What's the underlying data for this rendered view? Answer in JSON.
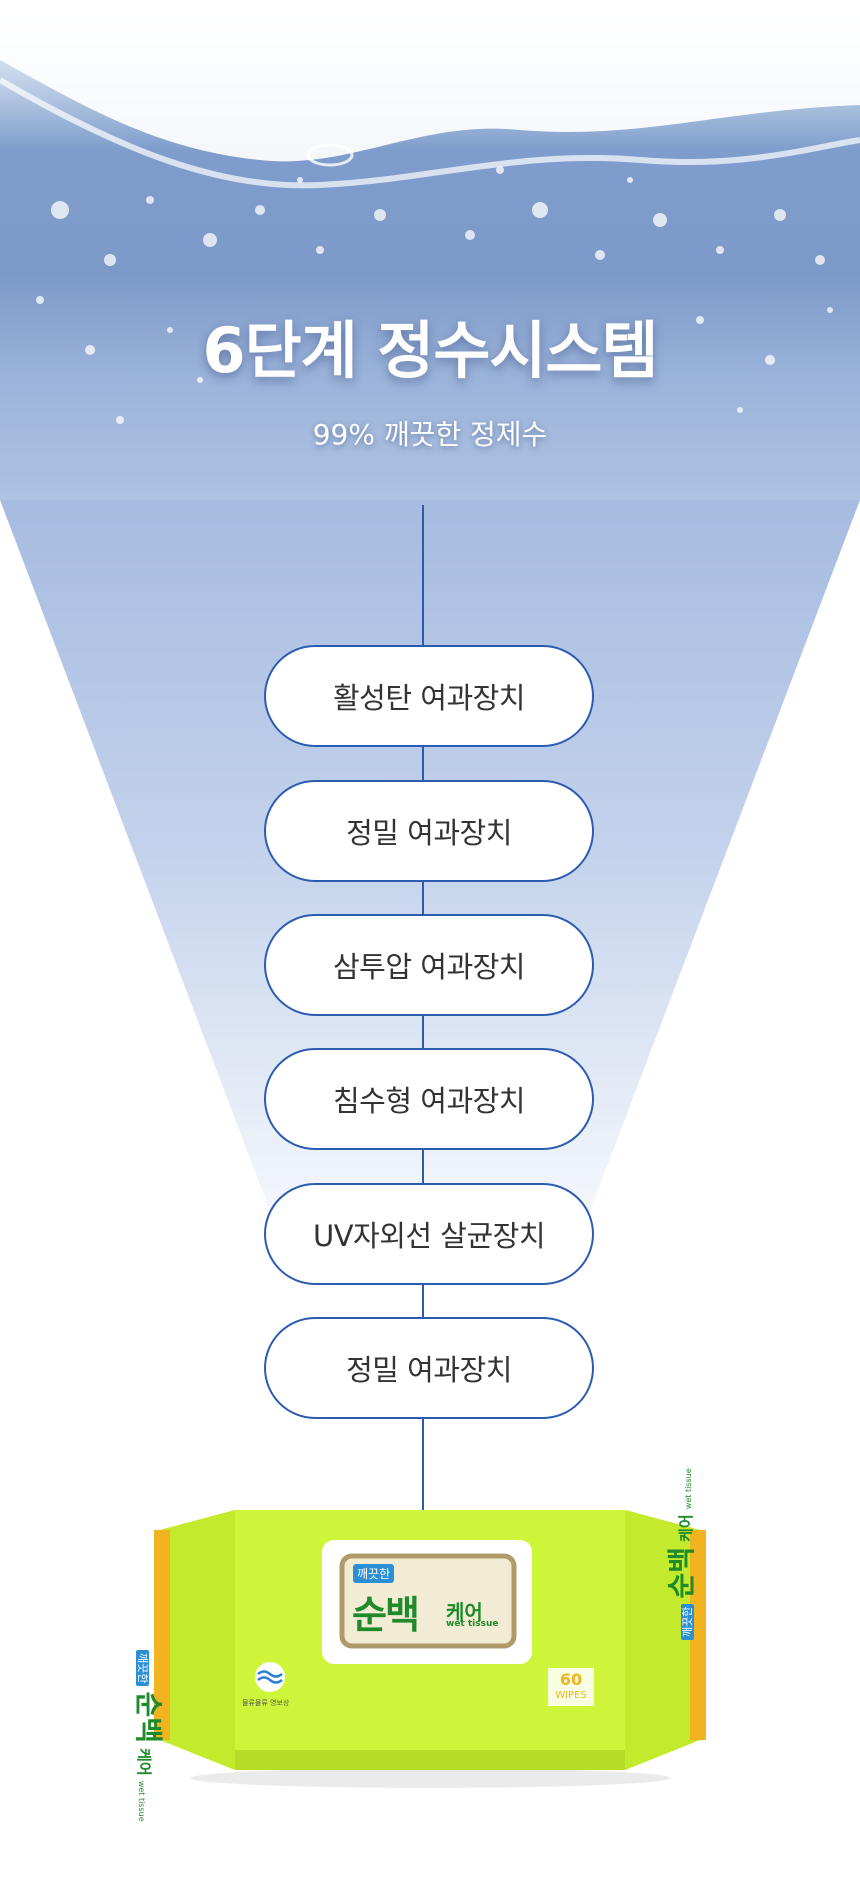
{
  "hero": {
    "title": "6단계 정수시스템",
    "subtitle": "99% 깨끗한 정제수"
  },
  "steps": [
    {
      "label": "활성탄 여과장치"
    },
    {
      "label": "정밀 여과장치"
    },
    {
      "label": "삼투압 여과장치"
    },
    {
      "label": "침수형 여과장치"
    },
    {
      "label": "UV자외선 살균장치"
    },
    {
      "label": "정밀 여과장치"
    }
  ],
  "product": {
    "badge": "깨끗한",
    "brand": "순백",
    "brand_suffix": "케어",
    "sub": "wet tissue",
    "count": "60",
    "count_unit": "WIPES",
    "maker_text": "물류물류 영보상",
    "colors": {
      "wrapper": "#cff53a",
      "stripe": "#f2b320",
      "label_green": "#1e8a2a"
    }
  }
}
